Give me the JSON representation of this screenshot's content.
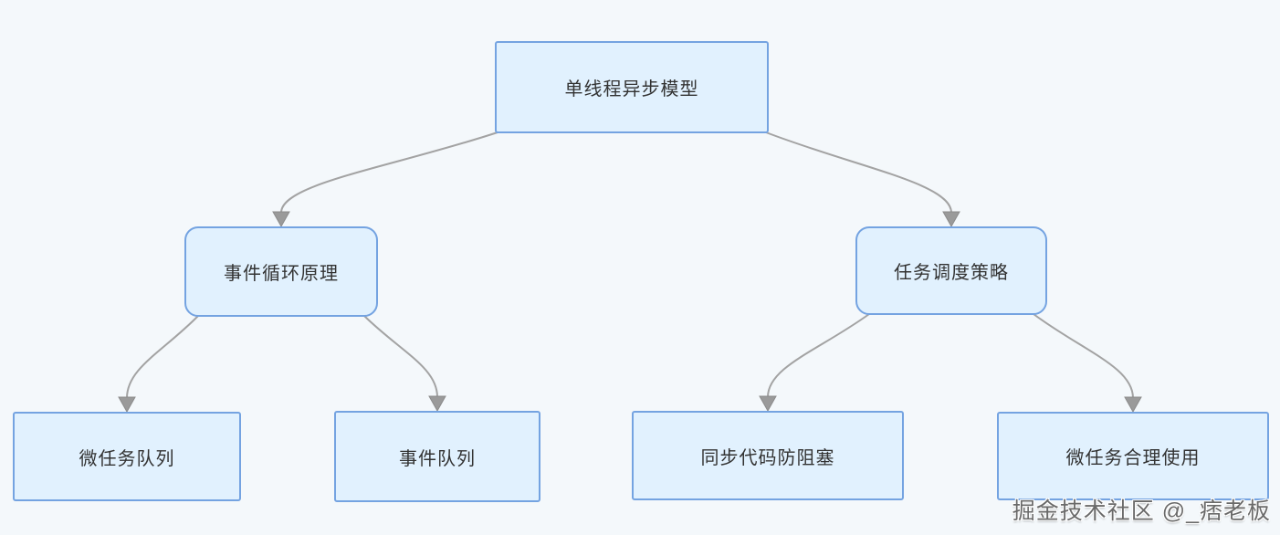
{
  "diagram": {
    "nodes": [
      {
        "id": "root",
        "label": "单线程异步模型",
        "level": 0
      },
      {
        "id": "event-loop",
        "label": "事件循环原理",
        "level": 1
      },
      {
        "id": "task-scheduling",
        "label": "任务调度策略",
        "level": 1
      },
      {
        "id": "microtask-queue",
        "label": "微任务队列",
        "level": 2
      },
      {
        "id": "event-queue",
        "label": "事件队列",
        "level": 2
      },
      {
        "id": "sync-code",
        "label": "同步代码防阻塞",
        "level": 2
      },
      {
        "id": "microtask-usage",
        "label": "微任务合理使用",
        "level": 2
      }
    ],
    "edges": [
      {
        "from": "root",
        "to": "event-loop"
      },
      {
        "from": "root",
        "to": "task-scheduling"
      },
      {
        "from": "event-loop",
        "to": "microtask-queue"
      },
      {
        "from": "event-loop",
        "to": "event-queue"
      },
      {
        "from": "task-scheduling",
        "to": "sync-code"
      },
      {
        "from": "task-scheduling",
        "to": "microtask-usage"
      }
    ],
    "colors": {
      "background": "#f4f8fb",
      "node_fill": "#e1f1fe",
      "node_border": "#74a3e1",
      "node_text": "#333333",
      "edge": "#a3a3a3",
      "arrowhead": "#9a9a9a",
      "arrowhead_stroke": "#8b8b8b"
    }
  },
  "watermark": {
    "text": "掘金技术社区 @_痞老板"
  }
}
